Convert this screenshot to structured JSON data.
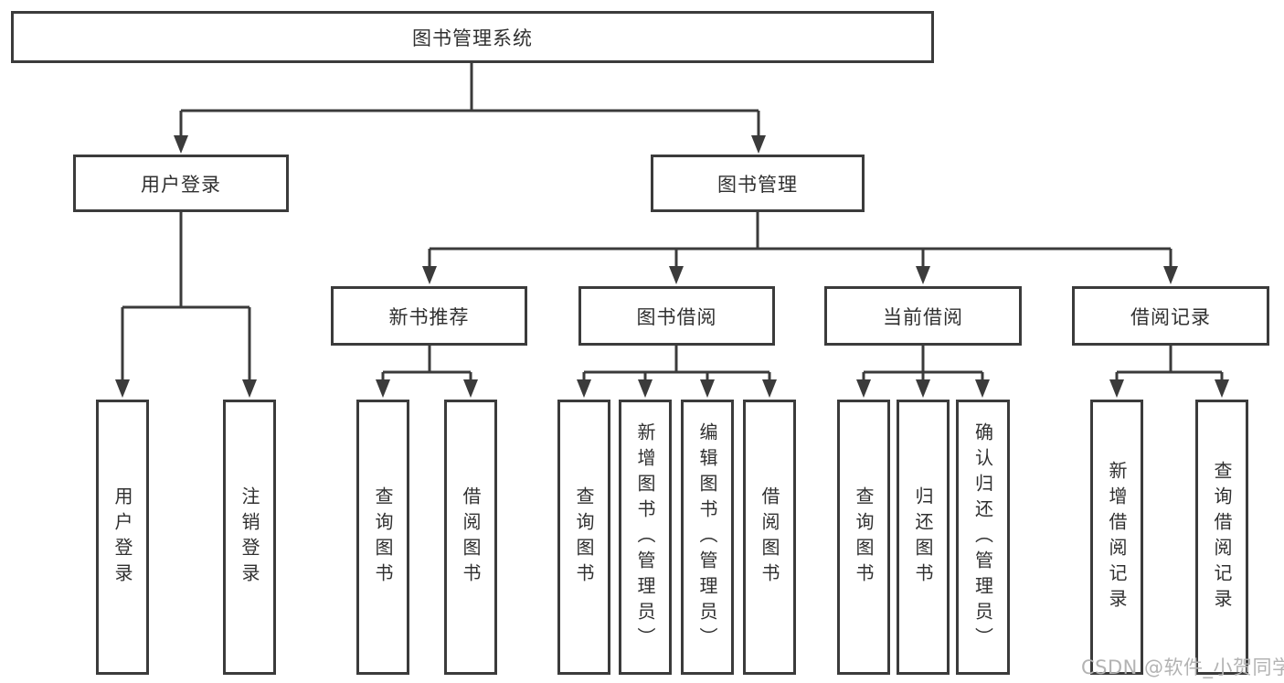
{
  "diagram_title": "图书管理系统",
  "nodes": {
    "root": {
      "label": "图书管理系统"
    },
    "user_login": {
      "label": "用户登录",
      "children": [
        "用户登录",
        "注销登录"
      ]
    },
    "book_mgmt": {
      "label": "图书管理"
    },
    "new_book": {
      "label": "新书推荐",
      "children": [
        "查询图书",
        "借阅图书"
      ]
    },
    "book_borrow": {
      "label": "图书借阅",
      "children": [
        "查询图书",
        "新增图书（管理员）",
        "编辑图书（管理员）",
        "借阅图书"
      ]
    },
    "current_borrow": {
      "label": "当前借阅",
      "children": [
        "查询图书",
        "归还图书",
        "确认归还（管理员）"
      ]
    },
    "borrow_record": {
      "label": "借阅记录",
      "children": [
        "新增借阅记录",
        "查询借阅记录"
      ]
    }
  },
  "watermark": "CSDN @软件_小贺同学",
  "colors": {
    "line": "#3b3b3b",
    "text": "#303030",
    "watermark": "#b3b3b3",
    "background": "#ffffff"
  }
}
